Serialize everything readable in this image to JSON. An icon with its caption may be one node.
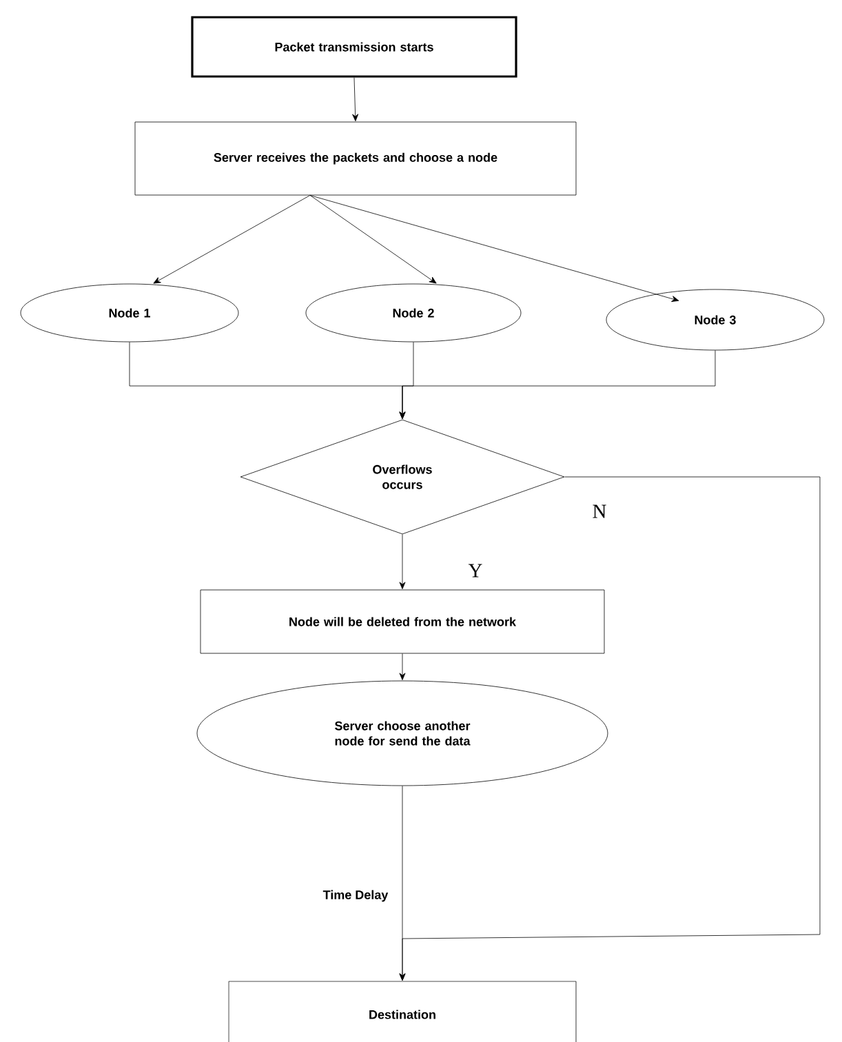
{
  "diagram": {
    "nodes": [
      {
        "text": [
          "Packet transmission starts"
        ]
      },
      {
        "text": [
          "Server receives the packets and choose a node"
        ]
      },
      {
        "text": [
          "Node 1"
        ]
      },
      {
        "text": [
          "Node 2"
        ]
      },
      {
        "text": [
          "Node 3"
        ]
      },
      {
        "text": [
          "Overflows occurs"
        ]
      },
      {
        "text": [
          "Node will be deleted from the network"
        ]
      },
      {
        "text": [
          "Server choose another node for send the data"
        ]
      },
      {
        "text": [
          "Destination"
        ]
      }
    ],
    "edges": [
      {
        "from": 0,
        "to": 1,
        "arrow": "to"
      },
      {
        "from": 1,
        "to": 2,
        "arrow": "to"
      },
      {
        "from": 1,
        "to": 3,
        "arrow": "to"
      },
      {
        "from": 1,
        "to": 4,
        "arrow": "to"
      },
      {
        "from": 2,
        "to": 5,
        "arrow": "to"
      },
      {
        "from": 3,
        "to": 5,
        "arrow": "to"
      },
      {
        "from": 4,
        "to": 5,
        "arrow": "to"
      },
      {
        "from": 5,
        "to": 6,
        "label": "Y",
        "arrow": "to"
      },
      {
        "from": 5,
        "to": 8,
        "label": "N",
        "arrow": "to"
      },
      {
        "from": 6,
        "to": 7,
        "arrow": "to"
      },
      {
        "from": 7,
        "to": 8,
        "label": "Time Delay",
        "arrow": "to"
      }
    ]
  }
}
